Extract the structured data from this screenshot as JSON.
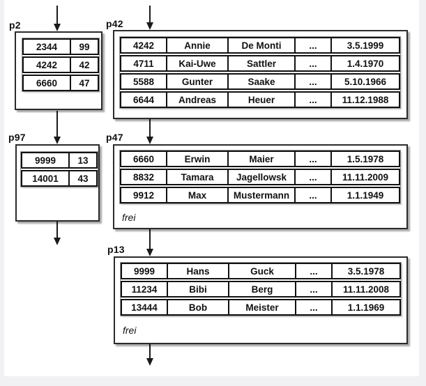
{
  "diagram": {
    "title": "linked database pages with records",
    "colors": {
      "line": "#1a1a1a",
      "page_bg": "#ffffff",
      "outer_bg": "#f1f1f3",
      "border": "#111111"
    },
    "boxes": [
      {
        "label": "p2",
        "rows": [
          [
            "2344",
            "99"
          ],
          [
            "4242",
            "42"
          ],
          [
            "6660",
            "47"
          ]
        ]
      },
      {
        "label": "p42",
        "rows": [
          [
            "4242",
            "Annie",
            "De Monti",
            "...",
            "3.5.1999"
          ],
          [
            "4711",
            "Kai-Uwe",
            "Sattler",
            "...",
            "1.4.1970"
          ],
          [
            "5588",
            "Gunter",
            "Saake",
            "...",
            "5.10.1966"
          ],
          [
            "6644",
            "Andreas",
            "Heuer",
            "...",
            "11.12.1988"
          ]
        ]
      },
      {
        "label": "p97",
        "rows": [
          [
            "9999",
            "13"
          ],
          [
            "14001",
            "43"
          ]
        ]
      },
      {
        "label": "p47",
        "rows": [
          [
            "6660",
            "Erwin",
            "Maier",
            "...",
            "1.5.1978"
          ],
          [
            "8832",
            "Tamara",
            "Jagellowsk",
            "...",
            "11.11.2009"
          ],
          [
            "9912",
            "Max",
            "Mustermann",
            "...",
            "1.1.1949"
          ]
        ],
        "free_label": "frei"
      },
      {
        "label": "p13",
        "rows": [
          [
            "9999",
            "Hans",
            "Guck",
            "...",
            "3.5.1978"
          ],
          [
            "11234",
            "Bibi",
            "Berg",
            "...",
            "11.11.2008"
          ],
          [
            "13444",
            "Bob",
            "Meister",
            "...",
            "1.1.1969"
          ]
        ],
        "free_label": "frei"
      }
    ]
  }
}
